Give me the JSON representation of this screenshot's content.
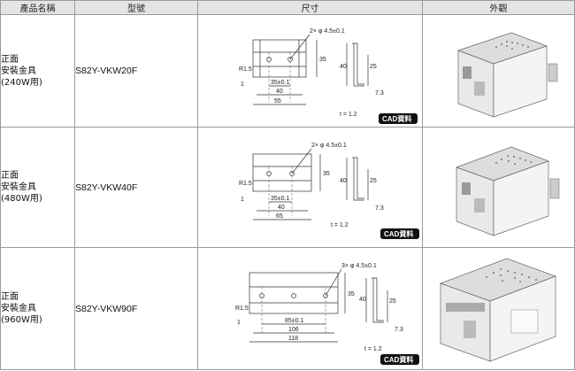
{
  "header": {
    "col_name": "產品名稱",
    "col_model": "型號",
    "col_dim": "尺寸",
    "col_look": "外觀"
  },
  "rows": [
    {
      "name_line1": "正面",
      "name_line2": "安裝金具",
      "name_line3": "(240W用)",
      "model": "S82Y-VKW20F",
      "hole": "2× φ 4.5±0.1",
      "r": "R1.5",
      "d1": "1",
      "w_inner": "35±0.1",
      "w_mid": "40",
      "w_total": "55",
      "h_side": "35",
      "h_outer": "40",
      "h_inner": "25",
      "depth": "7.3",
      "t": "t = 1.2",
      "cad": "CAD資料"
    },
    {
      "name_line1": "正面",
      "name_line2": "安裝金具",
      "name_line3": "(480W用)",
      "model": "S82Y-VKW40F",
      "hole": "2× φ 4.5±0.1",
      "r": "R1.5",
      "d1": "1",
      "w_inner": "35±0.1",
      "w_mid": "40",
      "w_total": "65",
      "h_side": "35",
      "h_outer": "40",
      "h_inner": "25",
      "depth": "7.3",
      "t": "t = 1.2",
      "cad": "CAD資料"
    },
    {
      "name_line1": "正面",
      "name_line2": "安裝金具",
      "name_line3": "(960W用)",
      "model": "S82Y-VKW90F",
      "hole": "3× φ 4.5±0.1",
      "r": "R1.5",
      "d1": "1",
      "w_inner": "85±0.1",
      "w_mid": "106",
      "w_total": "118",
      "h_side": "35",
      "h_outer": "40",
      "h_inner": "25",
      "depth": "7.3",
      "t": "t = 1.2",
      "cad": "CAD資料"
    }
  ]
}
